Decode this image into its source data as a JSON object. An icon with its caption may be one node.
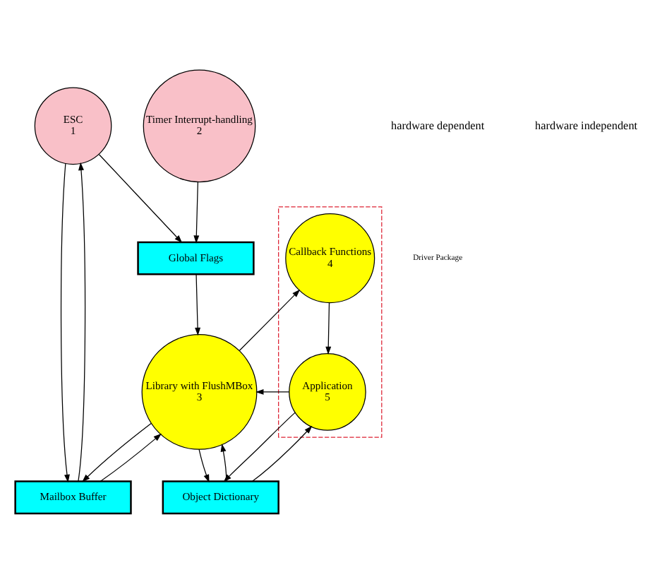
{
  "diagram": {
    "nodes": [
      {
        "text": [
          "ESC",
          "1"
        ]
      },
      {
        "text": [
          "Timer Interrupt-handling",
          "2"
        ]
      },
      {
        "text": [
          "Global Flags"
        ]
      },
      {
        "text": [
          "Object Dictionary"
        ]
      },
      {
        "text": [
          "Mailbox Buffer"
        ]
      },
      {
        "text": [
          "Library with FlushMBox",
          "3"
        ]
      },
      {
        "text": [],
        "shape": "ellipse"
      },
      {
        "text": [
          "Application",
          "5"
        ],
        "in": 6
      },
      {
        "text": [
          "Callback Functions",
          "4"
        ],
        "in": 6
      }
    ],
    "edges": [
      {
        "from": 0,
        "to": 2,
        "arrow": "to"
      },
      {
        "from": 1,
        "to": 2,
        "arrow": "to"
      },
      {
        "from": 0,
        "to": 4,
        "arrow": "to"
      },
      {
        "from": 4,
        "to": 0,
        "arrow": "to"
      },
      {
        "from": 2,
        "to": 5,
        "arrow": "to"
      },
      {
        "from": 5,
        "to": 3,
        "arrow": "to"
      },
      {
        "from": 3,
        "to": 5,
        "arrow": "to"
      },
      {
        "from": 3,
        "to": 7,
        "arrow": "to"
      },
      {
        "from": 7,
        "to": 3,
        "arrow": "to"
      },
      {
        "from": 4,
        "to": 5,
        "arrow": "to"
      },
      {
        "from": 5,
        "to": 4,
        "arrow": "to"
      },
      {
        "from": 7,
        "to": 5,
        "arrow": "to"
      },
      {
        "from": 5,
        "to": 8,
        "arrow": "to"
      },
      {
        "from": 8,
        "to": 7,
        "arrow": "to"
      }
    ],
    "labels": [
      "hardware dependent",
      "Driver Package",
      "hardware independent"
    ]
  }
}
